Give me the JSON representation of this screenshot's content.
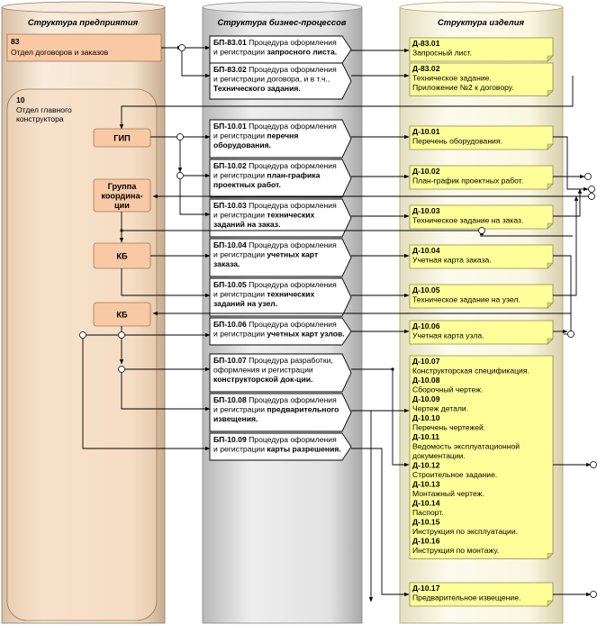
{
  "columns": {
    "enterprise": "Структура предприятия",
    "processes": "Структура бизнес-процессов",
    "product": "Структура изделия"
  },
  "units": [
    {
      "code": "83",
      "name": "Отдел договоров и заказов"
    },
    {
      "code": "10",
      "name_lines": [
        "Отдел главного",
        "конструктора"
      ]
    }
  ],
  "roles": [
    {
      "id": "gip",
      "lines": [
        "ГИП"
      ]
    },
    {
      "id": "coord",
      "lines": [
        "Группа",
        "координа-",
        "ции"
      ]
    },
    {
      "id": "kb1",
      "lines": [
        "КБ"
      ]
    },
    {
      "id": "kb2",
      "lines": [
        "КБ"
      ]
    }
  ],
  "processes": [
    {
      "code": "БП-83.01",
      "lines": [
        [
          "Процедура оформления",
          ""
        ],
        [
          "и регистрации ",
          "запросного листа."
        ]
      ]
    },
    {
      "code": "БП-83.02",
      "lines": [
        [
          "Процедура оформления",
          ""
        ],
        [
          "и регистрации договора, и в т.ч.,",
          ""
        ],
        [
          "",
          "Технического задания."
        ]
      ]
    },
    {
      "code": "БП-10.01",
      "lines": [
        [
          "Процедура оформления",
          ""
        ],
        [
          "и регистрации ",
          "перечня"
        ],
        [
          "",
          "оборудования."
        ]
      ]
    },
    {
      "code": "БП-10.02",
      "lines": [
        [
          "Процедура оформления",
          ""
        ],
        [
          "и регистрации ",
          "план-графика"
        ],
        [
          "",
          "проектных работ."
        ]
      ]
    },
    {
      "code": "БП-10.03",
      "lines": [
        [
          "Процедура оформления",
          ""
        ],
        [
          "и регистрации ",
          "технических"
        ],
        [
          "",
          "заданий на заказ."
        ]
      ]
    },
    {
      "code": "БП-10.04",
      "lines": [
        [
          "Процедура оформления",
          ""
        ],
        [
          "и регистрации ",
          "учетных карт"
        ],
        [
          "",
          "заказа."
        ]
      ]
    },
    {
      "code": "БП-10.05",
      "lines": [
        [
          "Процедура оформления",
          ""
        ],
        [
          "и регистрации ",
          "технических"
        ],
        [
          "",
          "заданий на узел."
        ]
      ]
    },
    {
      "code": "БП-10.06",
      "lines": [
        [
          "Процедура оформления",
          ""
        ],
        [
          "и регистрации ",
          "учетных карт узлов."
        ]
      ]
    },
    {
      "code": "БП-10.07",
      "lines": [
        [
          "Процедура разработки,",
          ""
        ],
        [
          "оформления и регистрации",
          ""
        ],
        [
          "",
          "конструкторской док-ции."
        ]
      ]
    },
    {
      "code": "БП-10.08",
      "lines": [
        [
          "Процедура оформления",
          ""
        ],
        [
          "и регистрации ",
          "предварительного"
        ],
        [
          "",
          "извещения."
        ]
      ]
    },
    {
      "code": "БП-10.09",
      "lines": [
        [
          "Процедура оформления",
          ""
        ],
        [
          "и регистрации ",
          "карты разрешения."
        ]
      ]
    }
  ],
  "documents": [
    {
      "items": [
        {
          "code": "Д-83.01",
          "lines": [
            "Запросный лист."
          ]
        }
      ]
    },
    {
      "items": [
        {
          "code": "Д-83.02",
          "lines": [
            "Техническое задание.",
            "Приложение №2 к договору."
          ]
        }
      ]
    },
    {
      "items": [
        {
          "code": "Д-10.01",
          "lines": [
            "Перечень оборудования."
          ]
        }
      ]
    },
    {
      "items": [
        {
          "code": "Д-10.02",
          "lines": [
            "План-график проектных работ."
          ]
        }
      ]
    },
    {
      "items": [
        {
          "code": "Д-10.03",
          "lines": [
            "Техническое задание на заказ."
          ]
        }
      ]
    },
    {
      "items": [
        {
          "code": "Д-10.04",
          "lines": [
            "Учетная карта заказа."
          ]
        }
      ]
    },
    {
      "items": [
        {
          "code": "Д-10.05",
          "lines": [
            "Техническое задание на узел."
          ]
        }
      ]
    },
    {
      "items": [
        {
          "code": "Д-10.06",
          "lines": [
            "Учетная карта узла."
          ]
        }
      ]
    },
    {
      "items": [
        {
          "code": "Д-10.07",
          "lines": [
            "Конструкторская спецификация."
          ]
        },
        {
          "code": "Д-10.08",
          "lines": [
            "Сборочный чертеж."
          ]
        },
        {
          "code": "Д-10.09",
          "lines": [
            "Чертеж детали."
          ]
        },
        {
          "code": "Д-10.10",
          "lines": [
            "Перечень чертежей."
          ]
        },
        {
          "code": "Д-10.11",
          "lines": [
            "Ведомость эксплуатационной",
            "документации."
          ]
        },
        {
          "code": "Д-10.12",
          "lines": [
            "Строительное задание."
          ]
        },
        {
          "code": "Д-10.13",
          "lines": [
            "Монтажный чертеж."
          ]
        },
        {
          "code": "Д-10.14",
          "lines": [
            "Паспорт."
          ]
        },
        {
          "code": "Д-10.15",
          "lines": [
            "Инструкция по эксплуатации."
          ]
        },
        {
          "code": "Д-10.16",
          "lines": [
            "Инструкция по монтажу."
          ]
        }
      ]
    },
    {
      "items": [
        {
          "code": "Д-10.17",
          "lines": [
            "Предварительное извещение."
          ]
        }
      ]
    }
  ],
  "colors": {
    "enterprise_column": "#f6e6d2",
    "process_column": "#e4e4e4",
    "product_column": "#fbf8e3",
    "role_box": "#f8c9a4",
    "unit_box": "#f8c9a4",
    "document_note": "#ffff99"
  }
}
